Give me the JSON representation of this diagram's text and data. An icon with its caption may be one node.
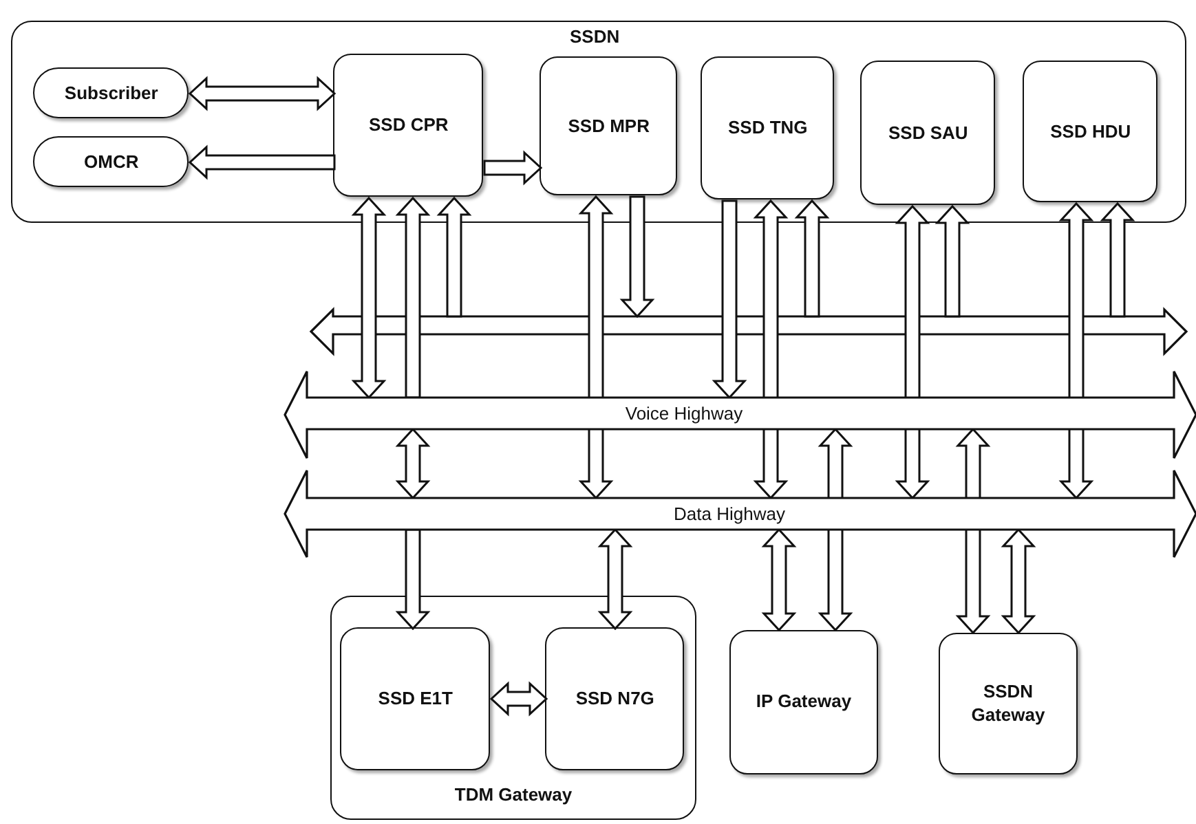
{
  "diagram": {
    "nodes": [
      {
        "text": [
          "SSDN"
        ]
      },
      {
        "text": [
          "Subscriber"
        ],
        "in": 0
      },
      {
        "text": [
          "OMCR"
        ],
        "in": 0
      },
      {
        "text": [
          "SSD CPR"
        ],
        "in": 0
      },
      {
        "text": [
          "SSD MPR"
        ],
        "in": 0
      },
      {
        "text": [
          "SSD TNG"
        ],
        "in": 0
      },
      {
        "text": [
          "SSD SAU"
        ],
        "in": 0
      },
      {
        "text": [
          "SSD HDU"
        ],
        "in": 0
      },
      {
        "text": [],
        "shape": "arrow"
      },
      {
        "text": [
          "Voice Highway"
        ]
      },
      {
        "text": [
          "Data Highway"
        ]
      },
      {
        "text": [
          "TDM Gateway"
        ]
      },
      {
        "text": [
          "SSD E1T"
        ],
        "in": 11
      },
      {
        "text": [
          "SSD N7G"
        ],
        "in": 11
      },
      {
        "text": [
          "IP Gateway"
        ]
      },
      {
        "text": [
          "SSDN Gateway"
        ]
      }
    ],
    "edges": [
      {
        "from": 1,
        "to": 3,
        "arrow": "both"
      },
      {
        "from": 3,
        "to": 2,
        "arrow": "to"
      },
      {
        "from": 3,
        "to": 4,
        "arrow": "to"
      },
      {
        "from": 3,
        "to": 9,
        "arrow": "both"
      },
      {
        "from": 9,
        "to": 3,
        "arrow": "to"
      },
      {
        "from": 8,
        "to": 3,
        "arrow": "to"
      },
      {
        "from": 4,
        "to": 10,
        "arrow": "both"
      },
      {
        "from": 4,
        "to": 8,
        "arrow": "to"
      },
      {
        "from": 5,
        "to": 9,
        "arrow": "to"
      },
      {
        "from": 5,
        "to": 10,
        "arrow": "both"
      },
      {
        "from": 8,
        "to": 5,
        "arrow": "to"
      },
      {
        "from": 6,
        "to": 10,
        "arrow": "both"
      },
      {
        "from": 8,
        "to": 6,
        "arrow": "to"
      },
      {
        "from": 7,
        "to": 10,
        "arrow": "both"
      },
      {
        "from": 8,
        "to": 7,
        "arrow": "to"
      },
      {
        "from": 9,
        "to": 10,
        "arrow": "both"
      },
      {
        "from": 10,
        "to": 12,
        "arrow": "to"
      },
      {
        "from": 10,
        "to": 13,
        "arrow": "both"
      },
      {
        "from": 9,
        "to": 14,
        "arrow": "both"
      },
      {
        "from": 10,
        "to": 14,
        "arrow": "both"
      },
      {
        "from": 9,
        "to": 15,
        "arrow": "both"
      },
      {
        "from": 10,
        "to": 15,
        "arrow": "both"
      },
      {
        "from": 12,
        "to": 13,
        "arrow": "both"
      }
    ]
  }
}
